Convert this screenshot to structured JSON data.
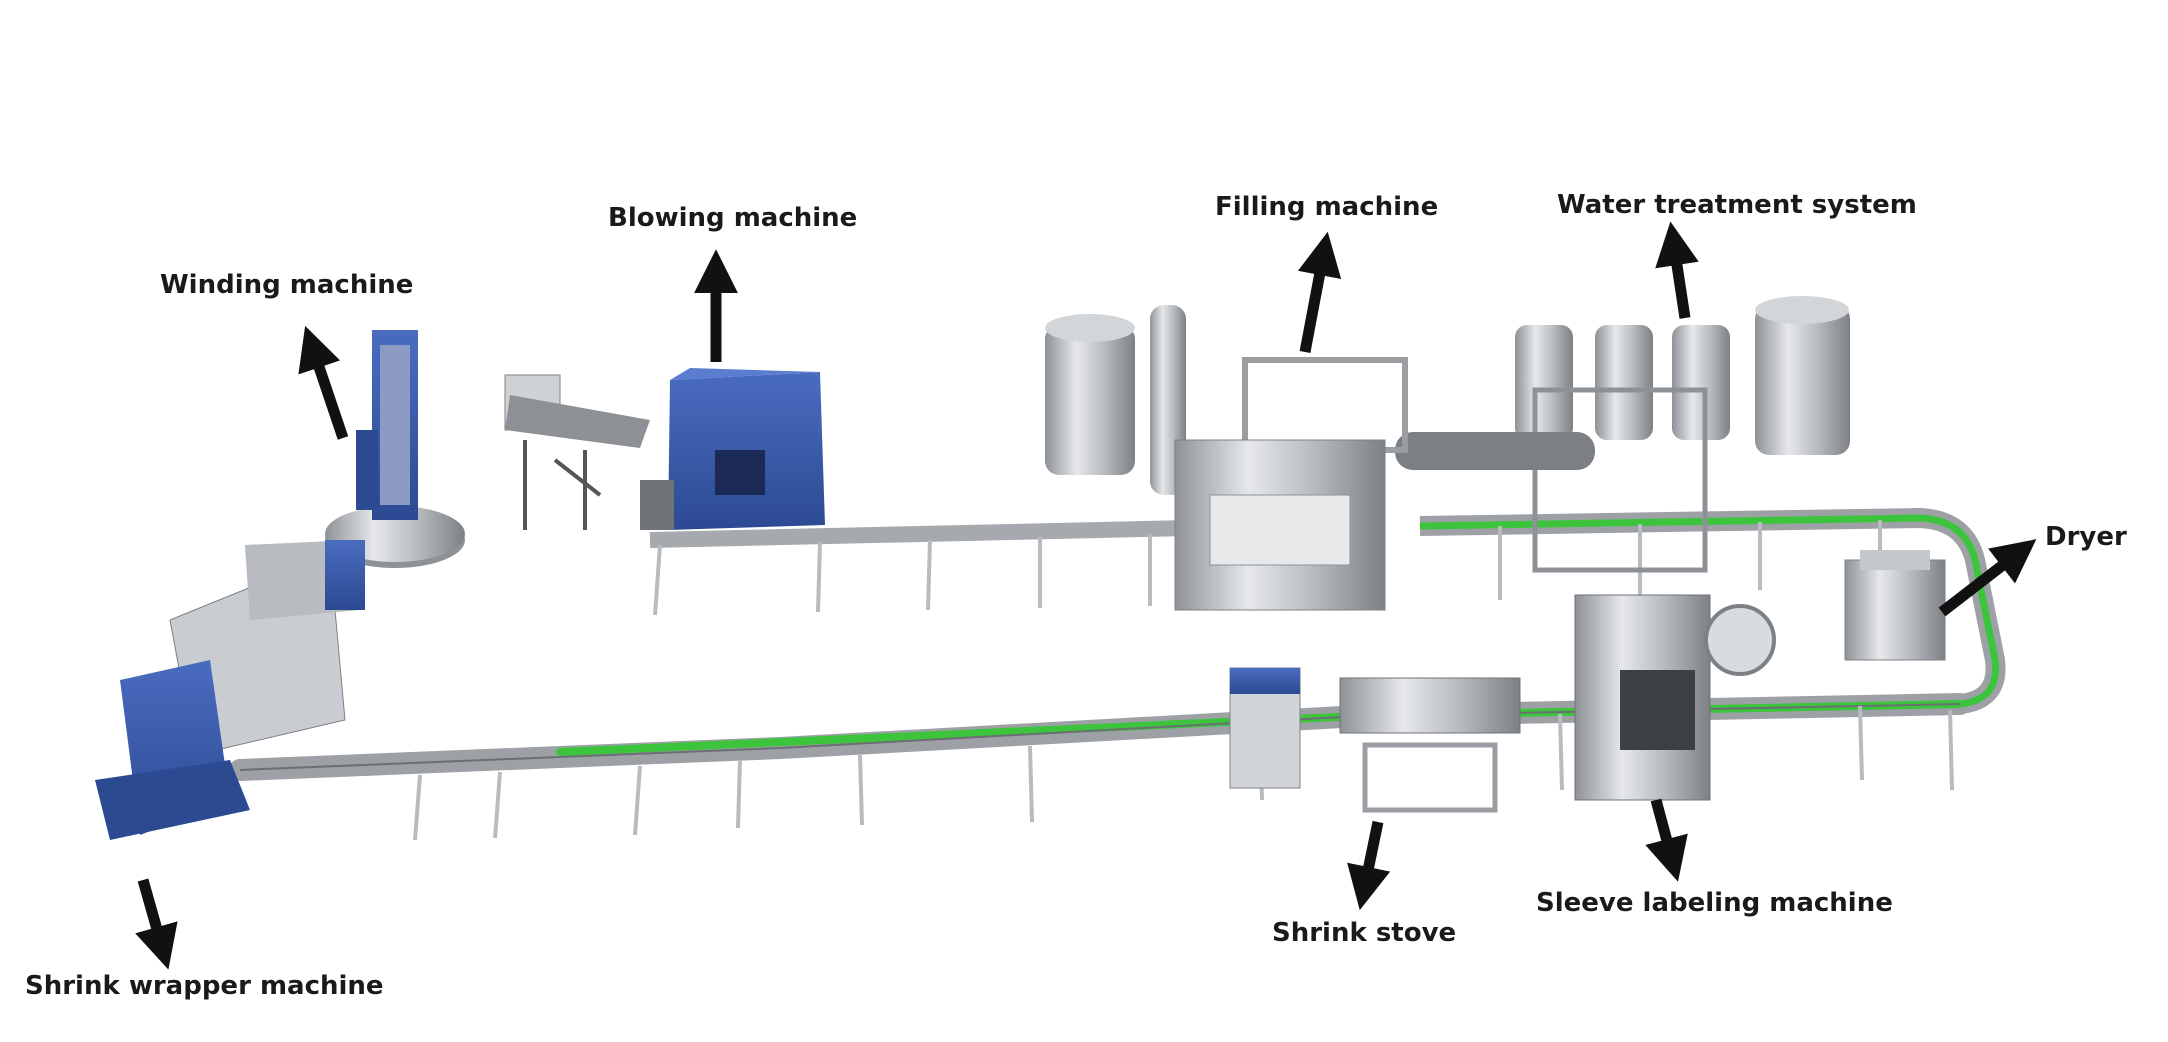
{
  "labels": {
    "winding": "Winding machine",
    "blowing": "Blowing machine",
    "filling": "Filling machine",
    "water": "Water treatment system",
    "dryer": "Dryer",
    "shrink_wrapper": "Shrink wrapper machine",
    "shrink_stove": "Shrink stove",
    "sleeve_labeling": "Sleeve labeling machine"
  },
  "colors": {
    "machine_blue": "#3a5aa8",
    "steel": "#a9adb2",
    "conveyor_green": "#3cc43c",
    "arrow": "#111111"
  }
}
